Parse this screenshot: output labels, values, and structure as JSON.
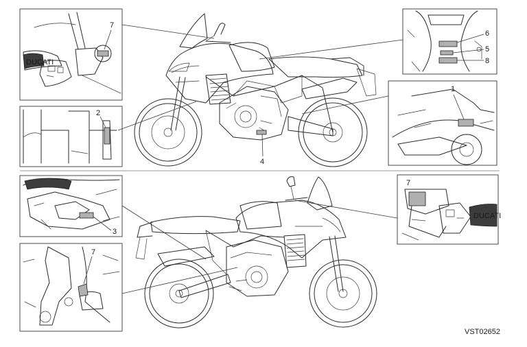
{
  "figure_code": "VST02652",
  "callouts": {
    "n1": "1",
    "n2": "2",
    "n3": "3",
    "n4": "4",
    "n5": "5",
    "n6": "6",
    "n7": "7",
    "n8": "8"
  },
  "handlebar_grip_text": "DUCATI"
}
